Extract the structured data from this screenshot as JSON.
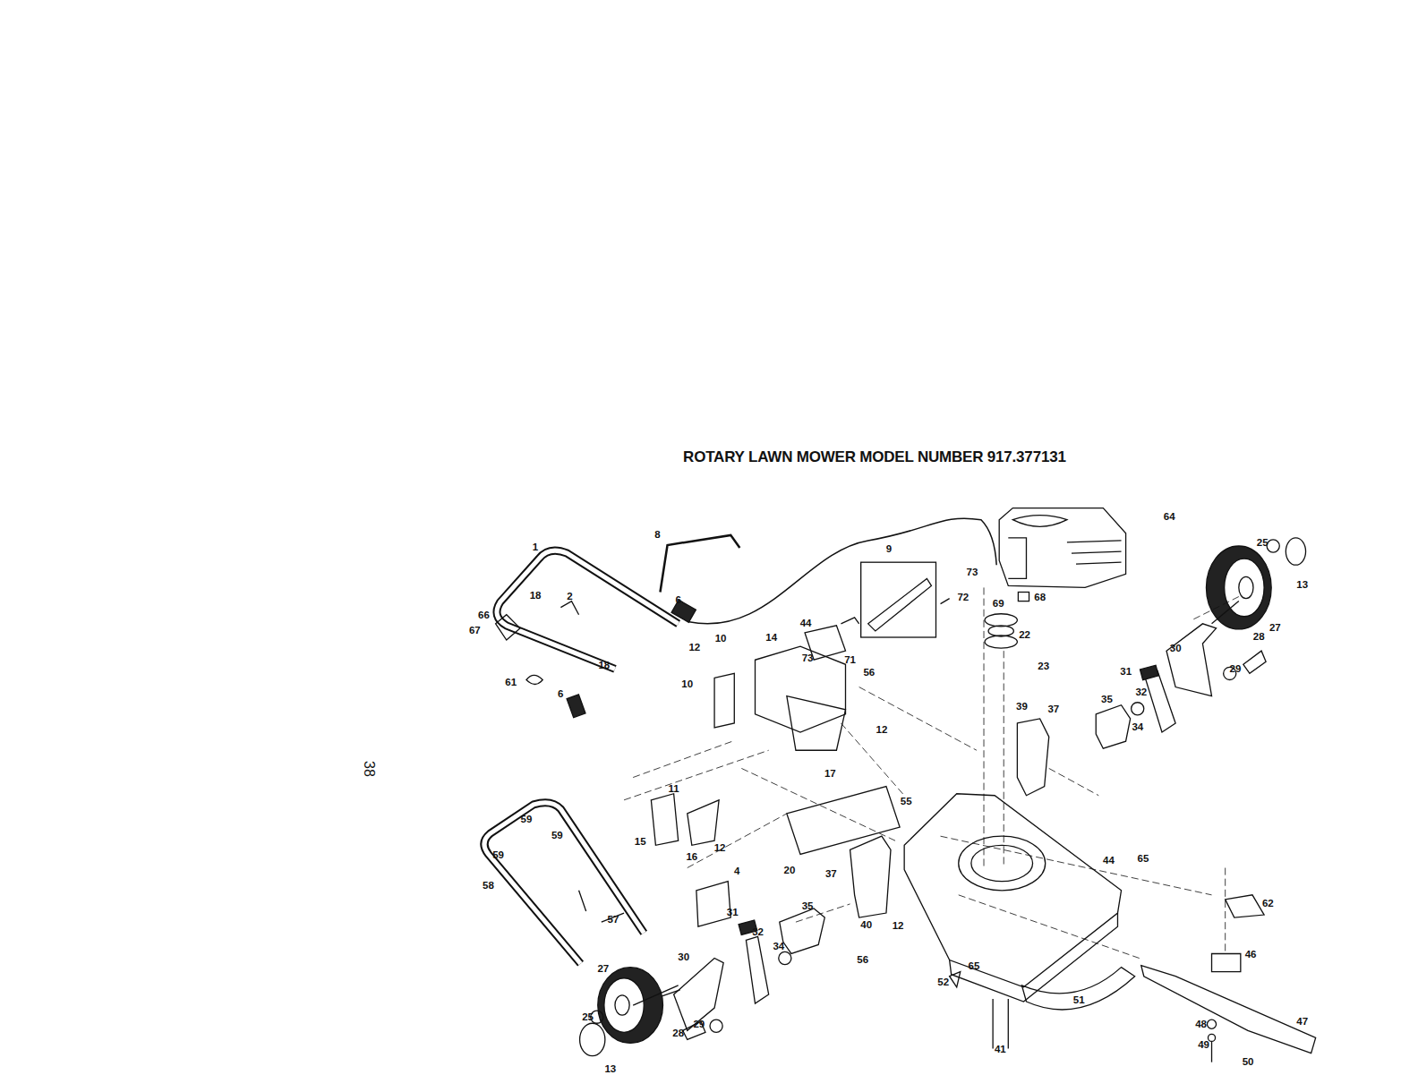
{
  "diagram": {
    "title": "ROTARY LAWN MOWER MODEL NUMBER 917.377131",
    "labels": [
      "1",
      "8",
      "6",
      "9",
      "73",
      "72",
      "64",
      "25",
      "13",
      "27",
      "66",
      "67",
      "18",
      "2",
      "18",
      "61",
      "6",
      "12",
      "10",
      "14",
      "44",
      "73",
      "71",
      "69",
      "68",
      "22",
      "23",
      "31",
      "30",
      "28",
      "29",
      "10",
      "56",
      "12",
      "32",
      "35",
      "34",
      "37",
      "39",
      "17",
      "11",
      "55",
      "59",
      "59",
      "59",
      "58",
      "15",
      "16",
      "12",
      "4",
      "20",
      "37",
      "44",
      "65",
      "62",
      "35",
      "57",
      "31",
      "32",
      "40",
      "12",
      "27",
      "30",
      "34",
      "56",
      "65",
      "46",
      "52",
      "25",
      "28",
      "29",
      "51",
      "47",
      "48",
      "49",
      "50",
      "41",
      "13",
      "38"
    ]
  }
}
